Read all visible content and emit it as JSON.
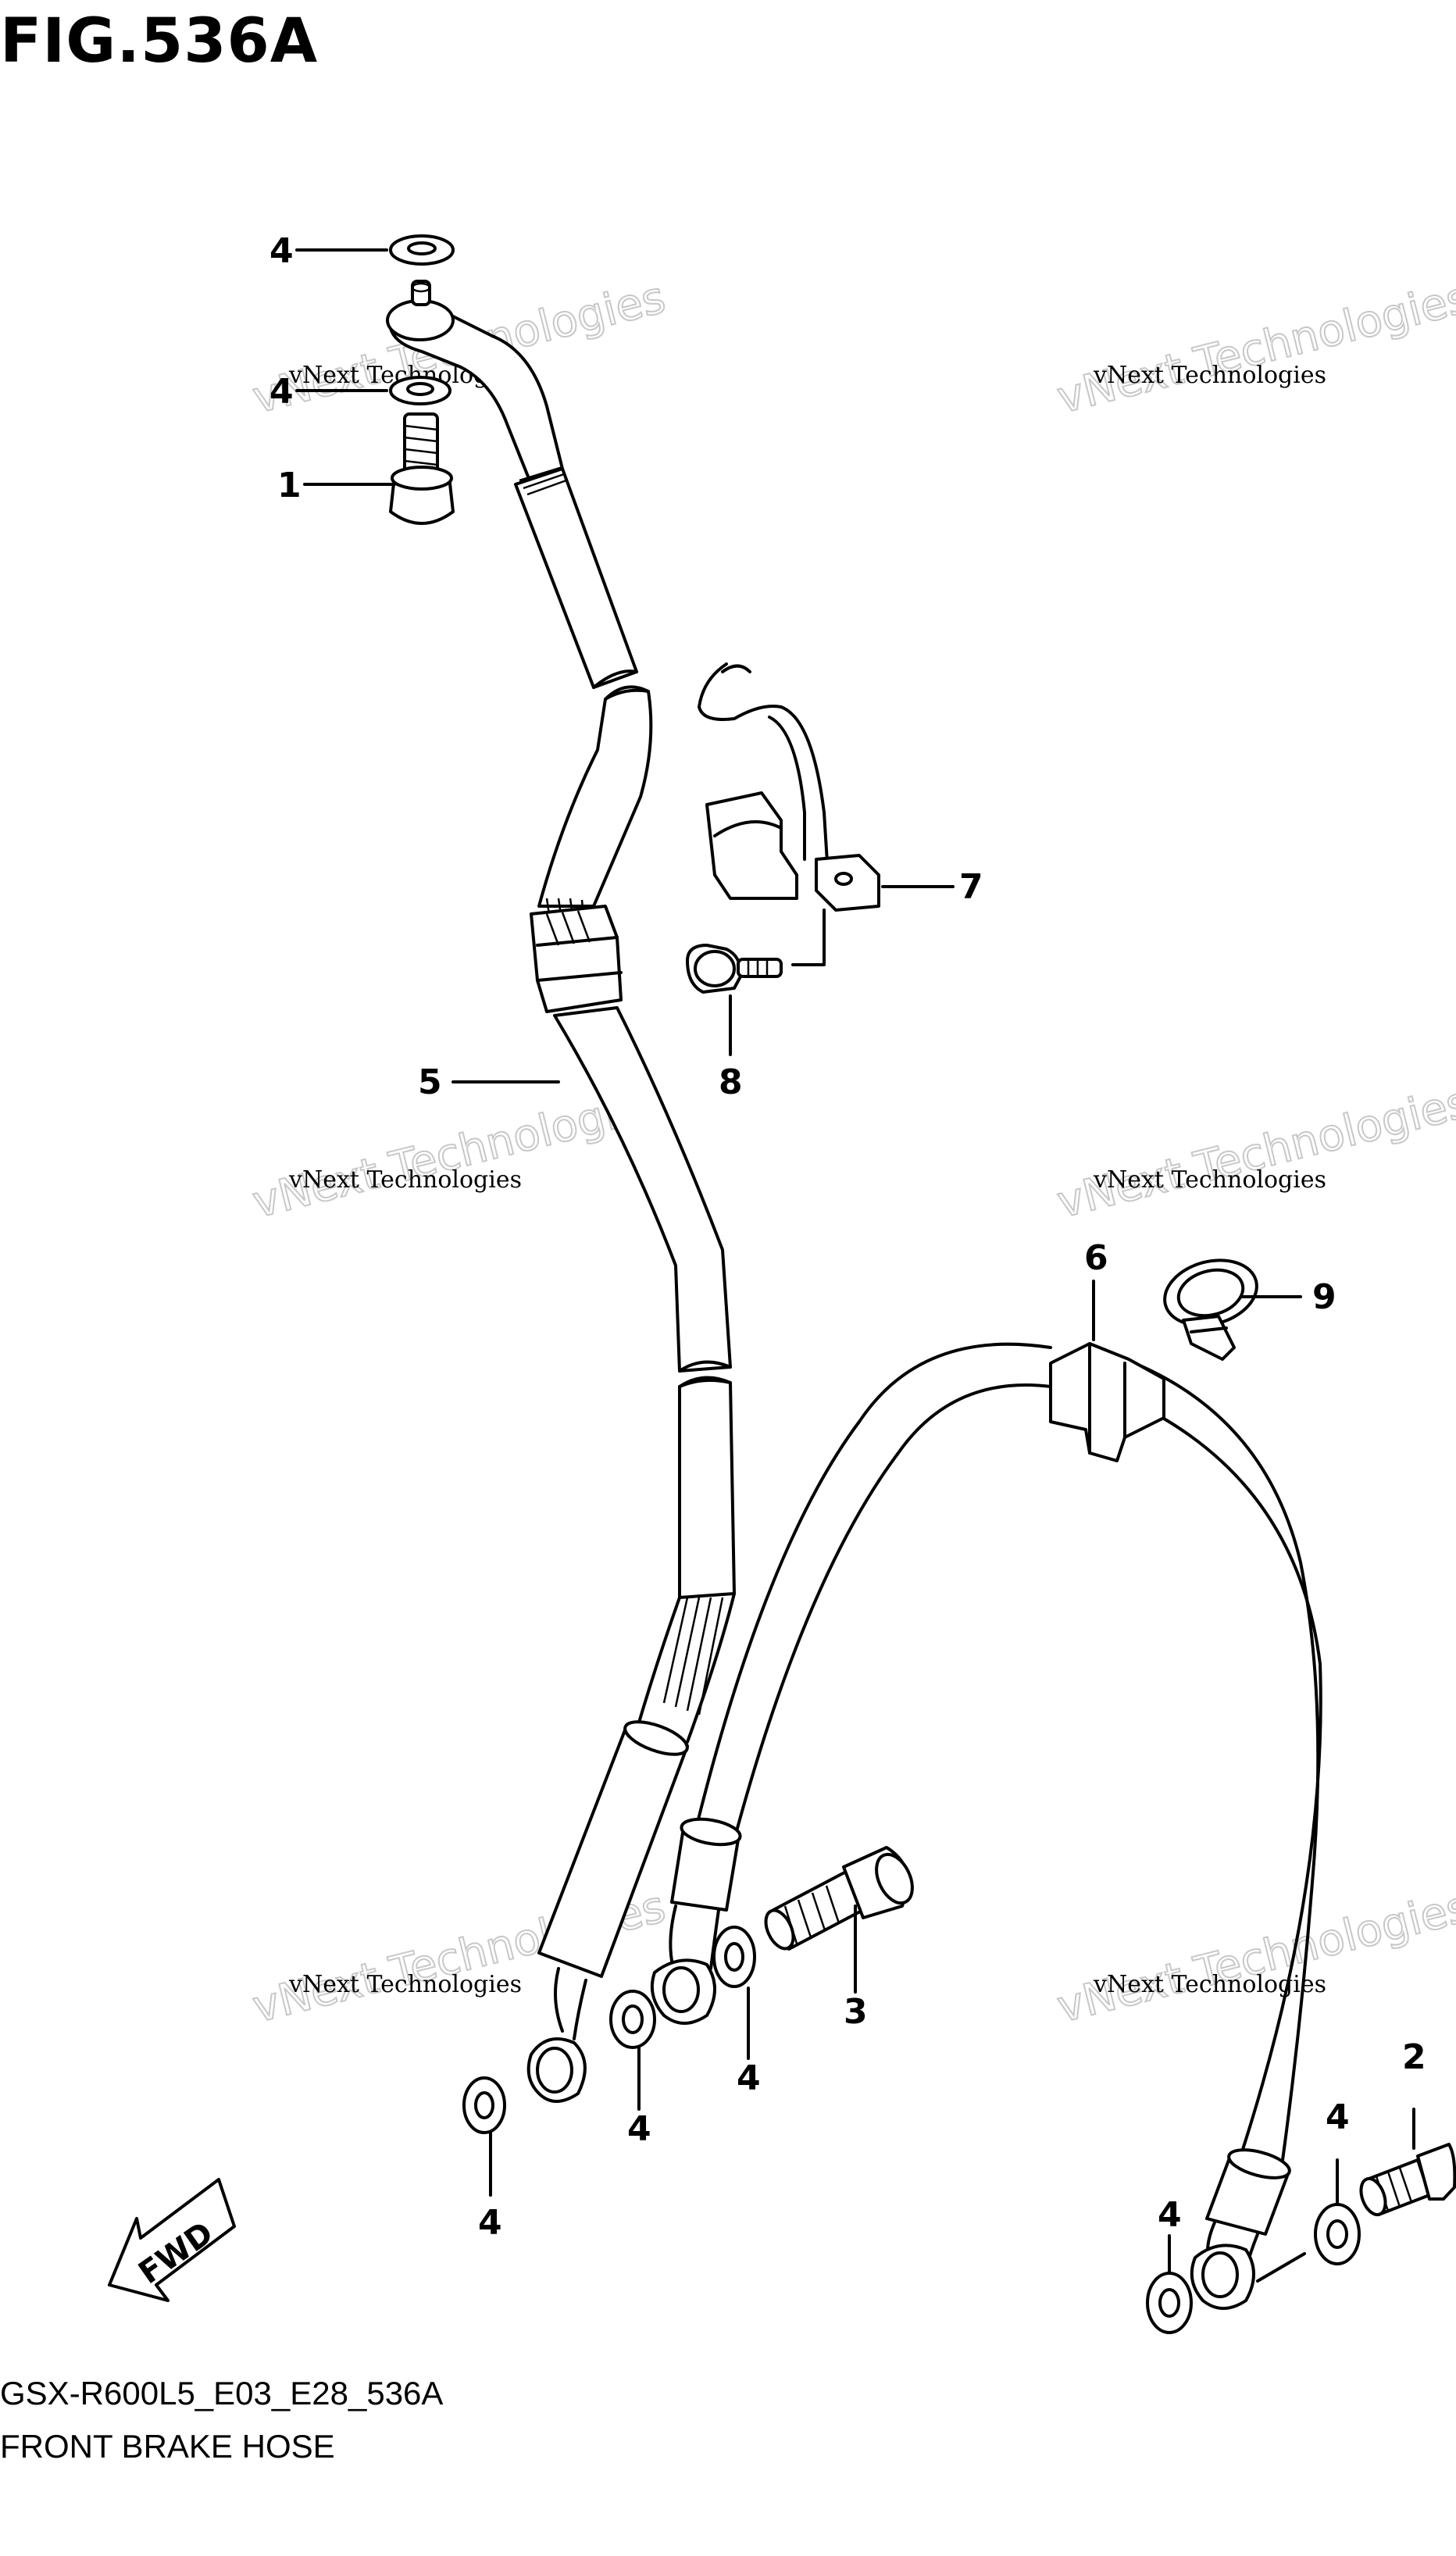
{
  "figure": {
    "title": "FIG.536A",
    "code": "GSX-R600L5_E03_E28_536A",
    "name": "FRONT BRAKE HOSE"
  },
  "callouts": {
    "c1": "1",
    "c2": "2",
    "c3": "3",
    "c4a": "4",
    "c4b": "4",
    "c4c": "4",
    "c4d": "4",
    "c4e": "4",
    "c4f": "4",
    "c4g": "4",
    "c5": "5",
    "c6": "6",
    "c7": "7",
    "c8": "8",
    "c9": "9"
  },
  "fwd_label": "FWD",
  "watermark": {
    "line1": "vNext Technologies",
    "line2": "vNext Technologies"
  },
  "icons": [
    "fwd-arrow-icon"
  ]
}
